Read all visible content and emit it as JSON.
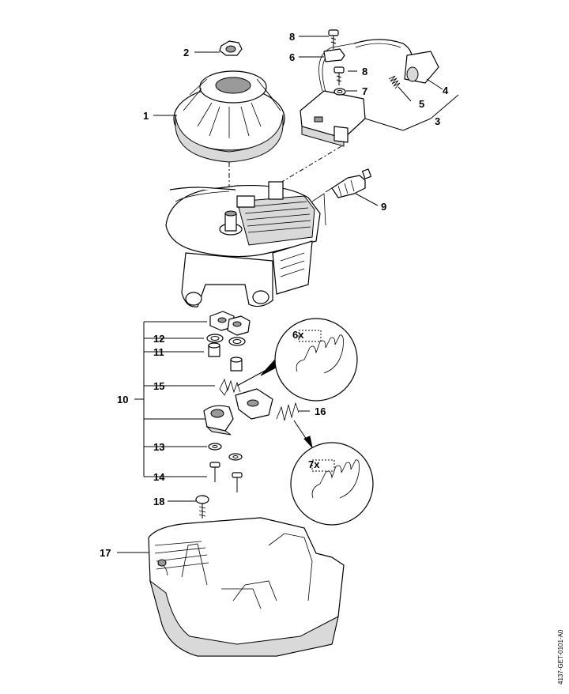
{
  "diagram": {
    "callouts": [
      "1",
      "2",
      "3",
      "4",
      "5",
      "6",
      "7",
      "8",
      "8",
      "9",
      "10",
      "11",
      "12",
      "13",
      "14",
      "15",
      "16",
      "17",
      "18"
    ],
    "detail_6": "6x",
    "detail_7": "7x",
    "doc_id": "4137-GET-0101-A0"
  }
}
